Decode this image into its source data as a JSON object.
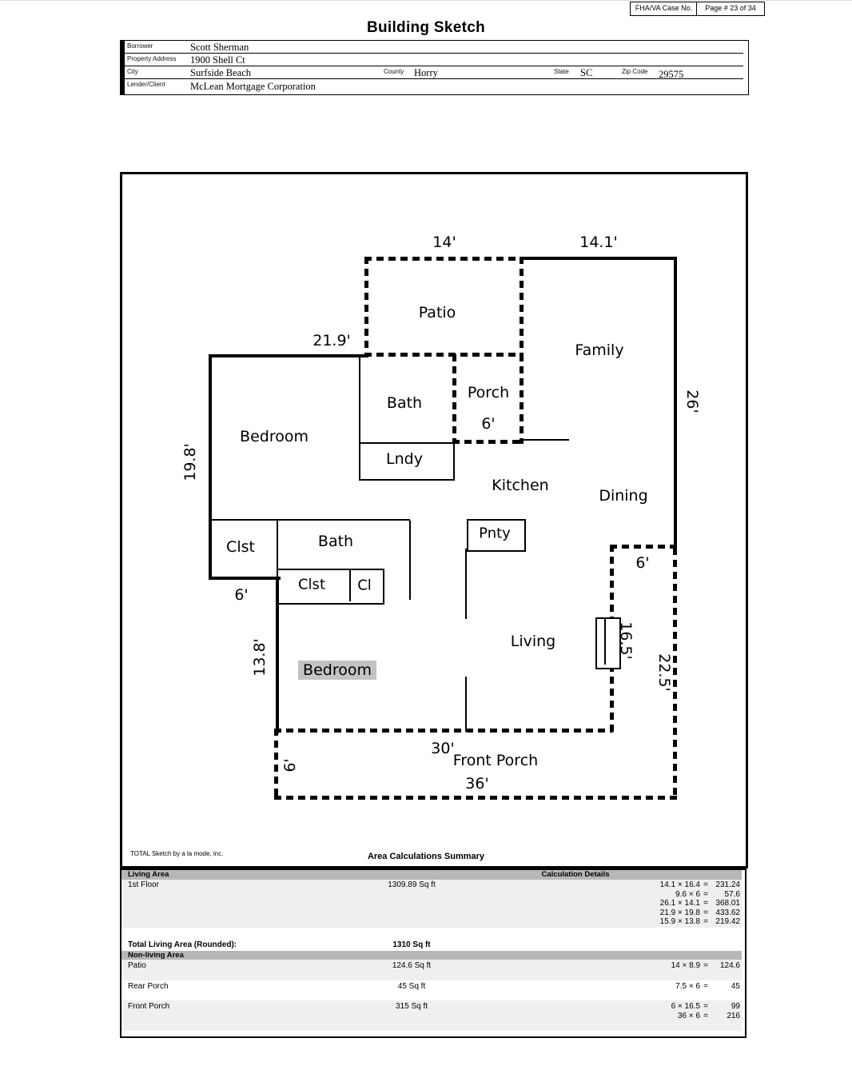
{
  "meta": {
    "fha_case_label": "FHA/VA Case No.",
    "page_label": "Page # 23 of 34",
    "title": "Building Sketch"
  },
  "header": {
    "borrower_label": "Borrower",
    "borrower_value": "Scott Sherman",
    "property_label": "Property Address",
    "property_value": "1900 Shell Ct",
    "city_label": "City",
    "city_value": "Surfside Beach",
    "county_label": "County",
    "county_value": "Horry",
    "state_label": "State",
    "state_value": "SC",
    "zip_label": "Zip Code",
    "zip_value": "29575",
    "lender_label": "Lender/Client",
    "lender_value": "McLean Mortgage Corporation"
  },
  "sketch": {
    "rooms": {
      "patio": "Patio",
      "family": "Family",
      "bath_upper": "Bath",
      "porch": "Porch",
      "bedroom_upper": "Bedroom",
      "lndy": "Lndy",
      "kitchen": "Kitchen",
      "dining": "Dining",
      "clst_left": "Clst",
      "bath_lower": "Bath",
      "clst_mid": "Clst",
      "cl": "Cl",
      "pnty": "Pnty",
      "living": "Living",
      "bedroom_lower": "Bedroom",
      "front_porch": "Front Porch"
    },
    "dims": {
      "patio_top": "14'",
      "family_top": "14.1'",
      "bedroom_top": "21.9'",
      "family_right": "26'",
      "bedroom_left": "19.8'",
      "porch_height": "6'",
      "clst_bottom": "6'",
      "rear_strip_top": "6'",
      "living_right": "16.5'",
      "porch_right": "22.5'",
      "bedroom_lower_left": "13.8'",
      "front_porch_left": "6'",
      "house_bottom": "30'",
      "front_porch_bottom": "36'"
    }
  },
  "calc": {
    "brand": "TOTAL Sketch by a la mode, inc.",
    "title": "Area Calculations Summary",
    "living_header": "Living Area",
    "details_header": "Calculation Details",
    "living_rows": [
      {
        "name": "1st Floor",
        "area": "1309.89 Sq ft",
        "calcs": [
          {
            "expr": "14.1 × 16.4",
            "eq": "=",
            "val": "231.24"
          },
          {
            "expr": "9.6 × 6",
            "eq": "=",
            "val": "57.6"
          },
          {
            "expr": "26.1 × 14.1",
            "eq": "=",
            "val": "368.01"
          },
          {
            "expr": "21.9 × 19.8",
            "eq": "=",
            "val": "433.62"
          },
          {
            "expr": "15.9 × 13.8",
            "eq": "=",
            "val": "219.42"
          }
        ]
      }
    ],
    "total_label": "Total Living Area (Rounded):",
    "total_value": "1310 Sq ft",
    "nonliving_header": "Non-living Area",
    "nonliving_rows": [
      {
        "name": "Patio",
        "area": "124.6 Sq ft",
        "calcs": [
          {
            "expr": "14 × 8.9",
            "eq": "=",
            "val": "124.6"
          }
        ]
      },
      {
        "name": "Rear Porch",
        "area": "45 Sq ft",
        "calcs": [
          {
            "expr": "7.5 × 6",
            "eq": "=",
            "val": "45"
          }
        ]
      },
      {
        "name": "Front Porch",
        "area": "315 Sq ft",
        "calcs": [
          {
            "expr": "6 × 16.5",
            "eq": "=",
            "val": "99"
          },
          {
            "expr": "36 × 6",
            "eq": "=",
            "val": "216"
          }
        ]
      }
    ]
  }
}
